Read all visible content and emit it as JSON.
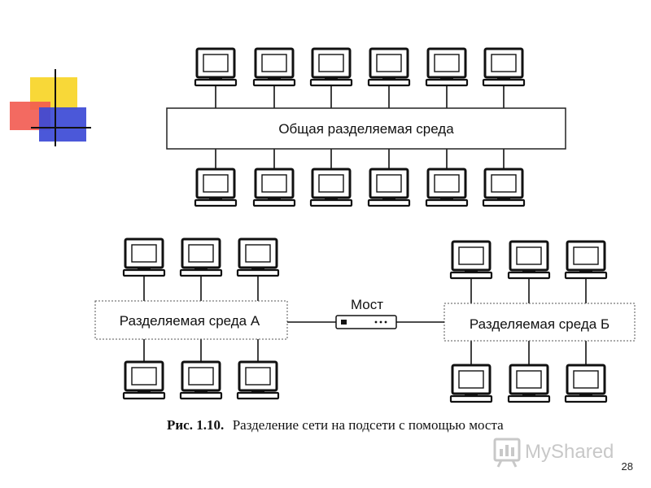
{
  "diagram": {
    "shared_medium_label": "Общая разделяемая среда",
    "segment_a_label": "Разделяемая среда А",
    "segment_b_label": "Разделяемая среда Б",
    "bridge_label": "Мост"
  },
  "caption": {
    "prefix": "Рис. 1.10.",
    "text": "Разделение сети на подсети с помощью моста"
  },
  "watermark": {
    "text": "MyShared"
  },
  "page_number": "28",
  "colors": {
    "deco_yellow": "#f8d838",
    "deco_red": "#f25a50",
    "deco_blue": "#3c4ad6"
  }
}
